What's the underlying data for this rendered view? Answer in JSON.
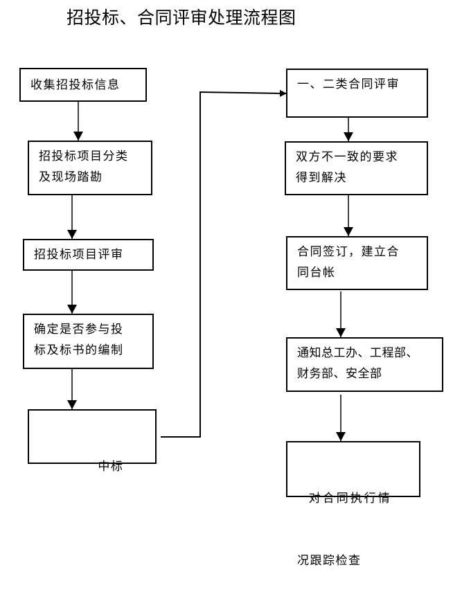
{
  "title": "招投标、合同评审处理流程图",
  "left_column": [
    {
      "id": "collect-info",
      "lines": [
        "收集招投标信息"
      ]
    },
    {
      "id": "classify-survey",
      "lines": [
        "招投标项目分类",
        "及现场踏勘"
      ]
    },
    {
      "id": "project-review",
      "lines": [
        "招投标项目评审"
      ]
    },
    {
      "id": "decide-participate",
      "lines": [
        "确定是否参与投",
        "标及标书的编制"
      ]
    },
    {
      "id": "win-bid",
      "lines": [
        "      中标"
      ]
    }
  ],
  "right_column": [
    {
      "id": "contract-review",
      "lines": [
        "一、二类合同评审"
      ]
    },
    {
      "id": "resolve-requirements",
      "lines": [
        "双方不一致的要求",
        "得到解决"
      ]
    },
    {
      "id": "sign-contract",
      "lines": [
        "合同签订，建立合",
        "同台帐"
      ]
    },
    {
      "id": "notify-departments",
      "lines": [
        "通知总工办、工程部、",
        "财务部、安全部"
      ]
    },
    {
      "id": "track-execution",
      "lines": [
        "  对合同执行情",
        "况跟踪检查"
      ]
    }
  ]
}
